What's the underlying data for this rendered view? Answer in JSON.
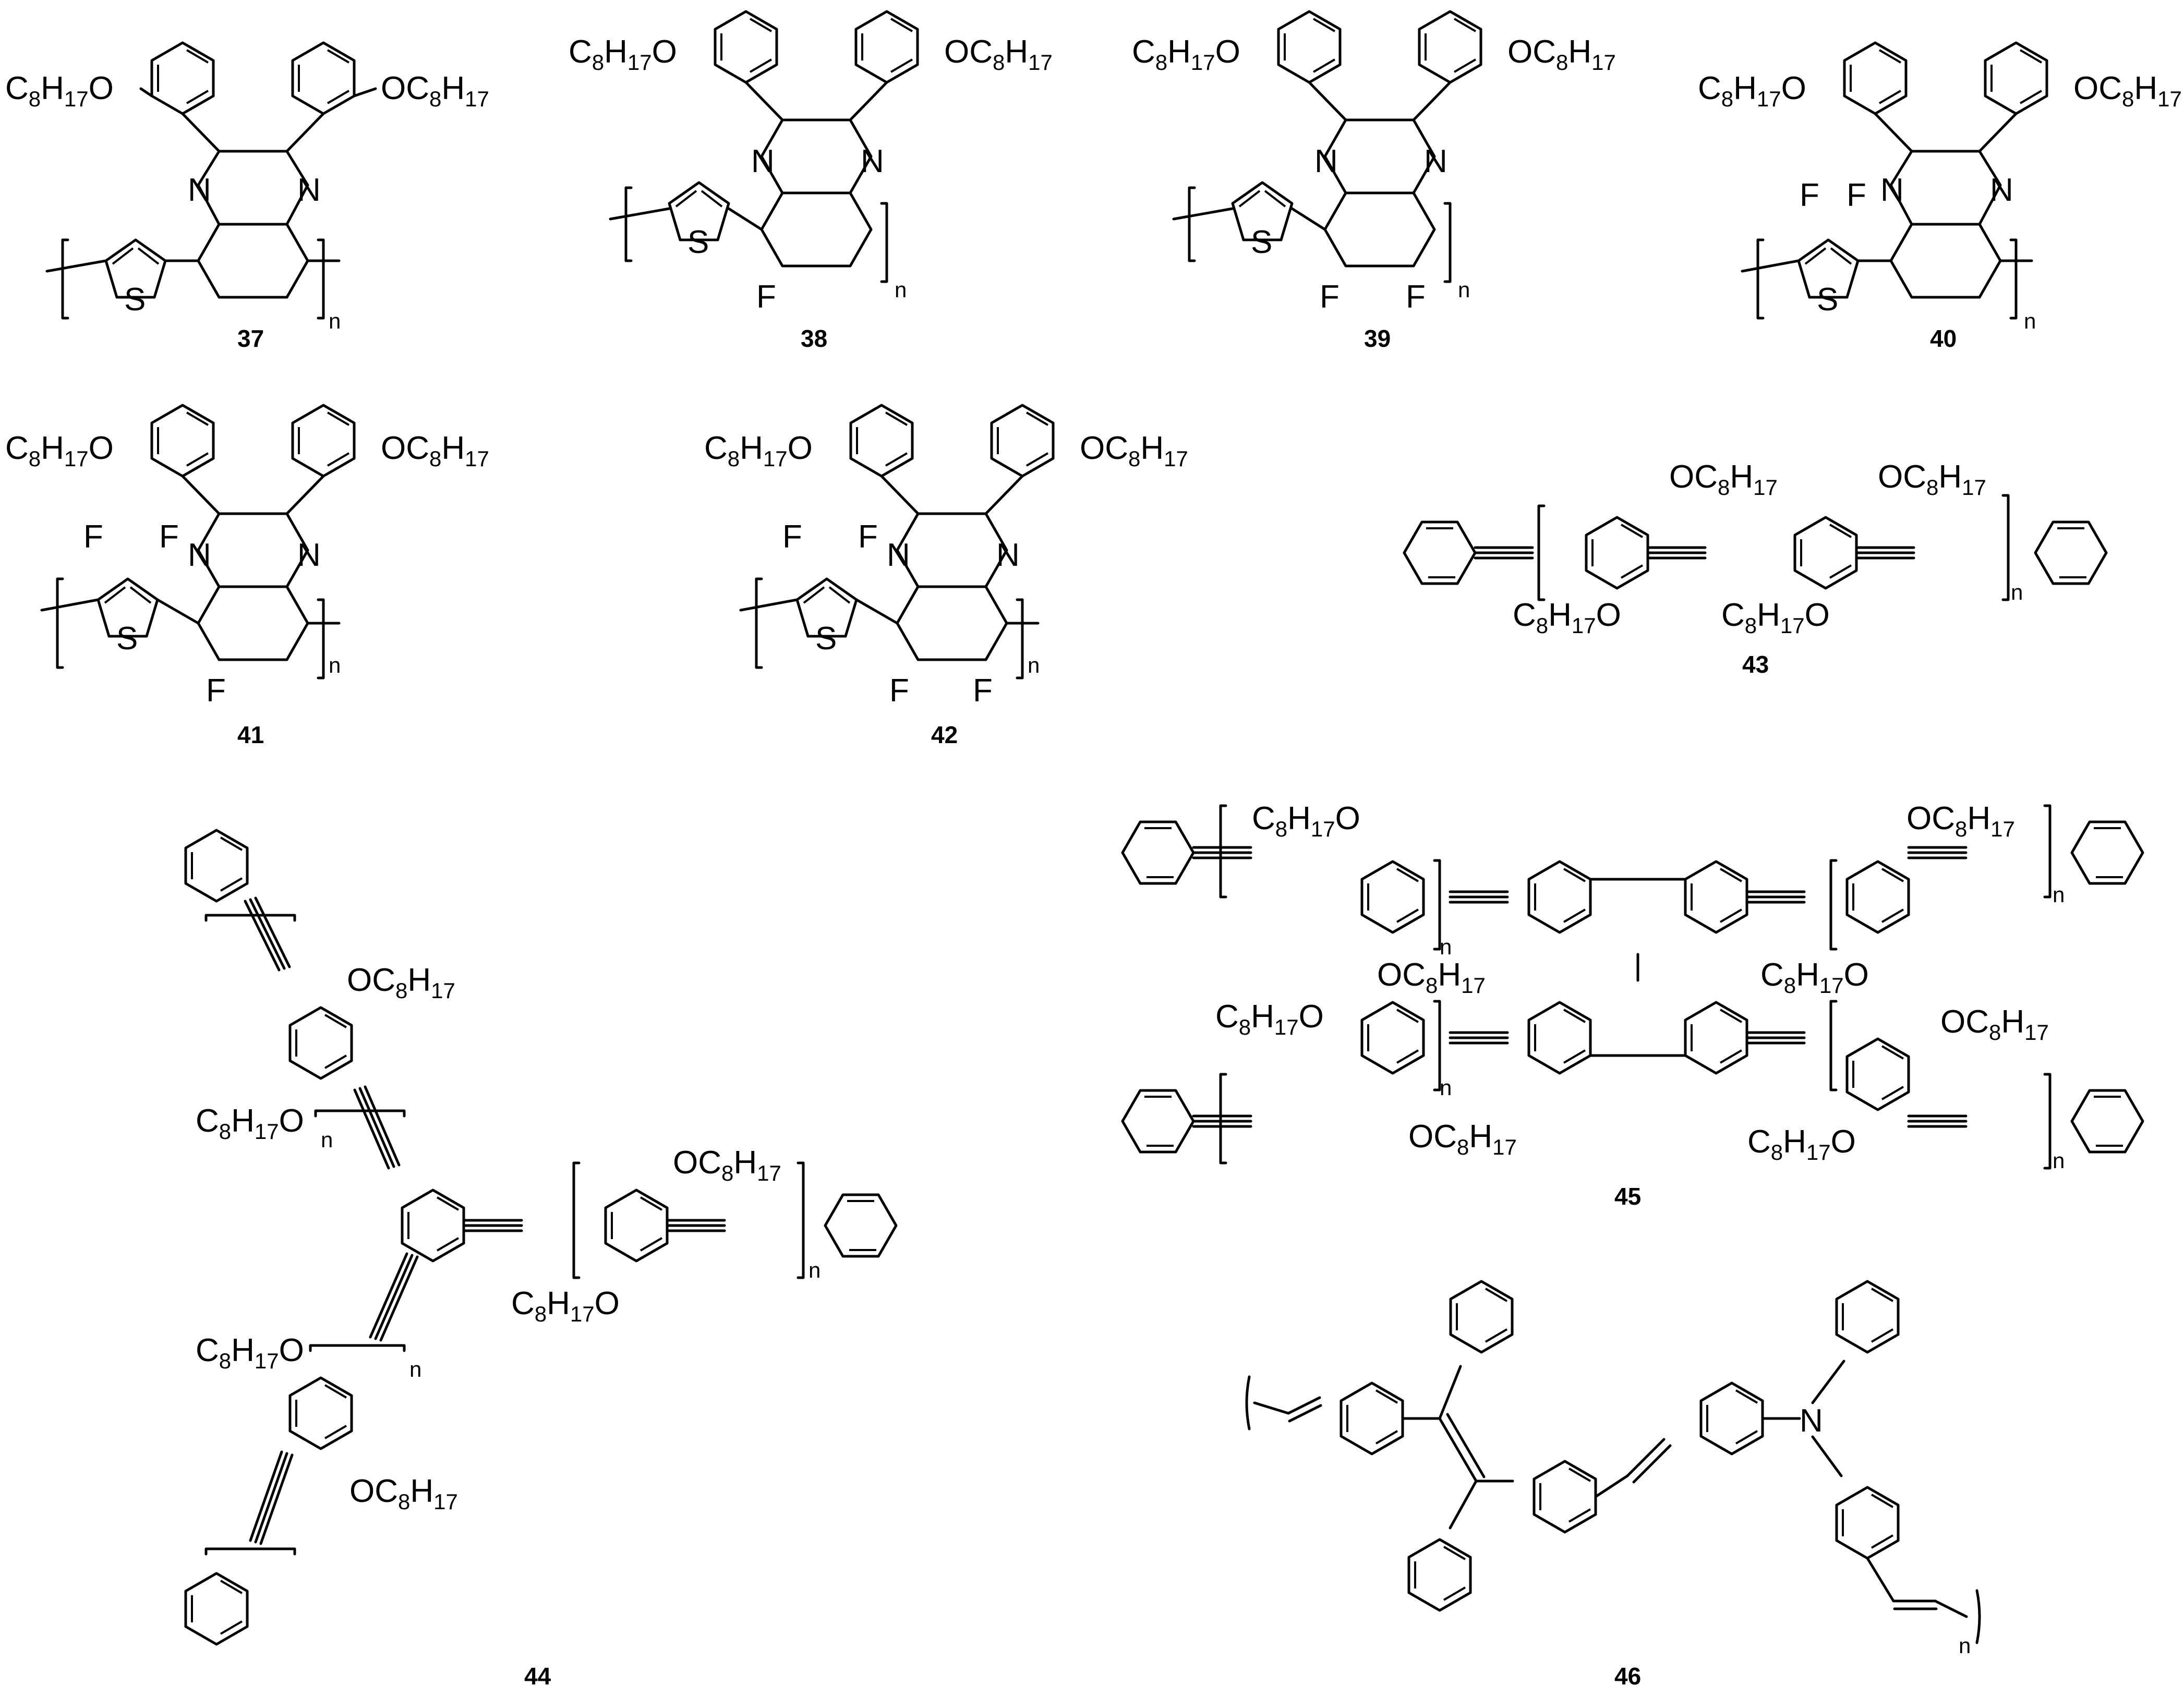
{
  "figure": {
    "compounds": [
      {
        "id": "37",
        "substituents": [
          "C8H17O",
          "OC8H17"
        ],
        "atoms": [
          "N",
          "N",
          "S"
        ],
        "repeat": "n"
      },
      {
        "id": "38",
        "substituents": [
          "C8H17O",
          "OC8H17"
        ],
        "atoms": [
          "N",
          "N",
          "S",
          "F"
        ],
        "repeat": "n"
      },
      {
        "id": "39",
        "substituents": [
          "C8H17O",
          "OC8H17"
        ],
        "atoms": [
          "N",
          "N",
          "S",
          "F",
          "F"
        ],
        "repeat": "n"
      },
      {
        "id": "40",
        "substituents": [
          "C8H17O",
          "OC8H17"
        ],
        "atoms": [
          "N",
          "N",
          "S",
          "F",
          "F"
        ],
        "repeat": "n"
      },
      {
        "id": "41",
        "substituents": [
          "C8H17O",
          "OC8H17"
        ],
        "atoms": [
          "N",
          "N",
          "S",
          "F",
          "F",
          "F"
        ],
        "repeat": "n"
      },
      {
        "id": "42",
        "substituents": [
          "C8H17O",
          "OC8H17"
        ],
        "atoms": [
          "N",
          "N",
          "S",
          "F",
          "F",
          "F",
          "F"
        ],
        "repeat": "n"
      },
      {
        "id": "43",
        "substituents": [
          "OC8H17",
          "OC8H17",
          "C8H17O",
          "C8H17O"
        ],
        "repeat": "n"
      },
      {
        "id": "44",
        "substituents": [
          "OC8H17",
          "C8H17O",
          "OC8H17",
          "C8H17O",
          "C8H17O",
          "OC8H17"
        ],
        "repeat": "n"
      },
      {
        "id": "45",
        "substituents": [
          "C8H17O",
          "OC8H17",
          "OC8H17",
          "C8H17O",
          "C8H17O",
          "OC8H17",
          "OC8H17",
          "C8H17O"
        ],
        "repeat": "n"
      },
      {
        "id": "46",
        "atoms": [
          "N"
        ],
        "repeat": "n"
      }
    ]
  }
}
